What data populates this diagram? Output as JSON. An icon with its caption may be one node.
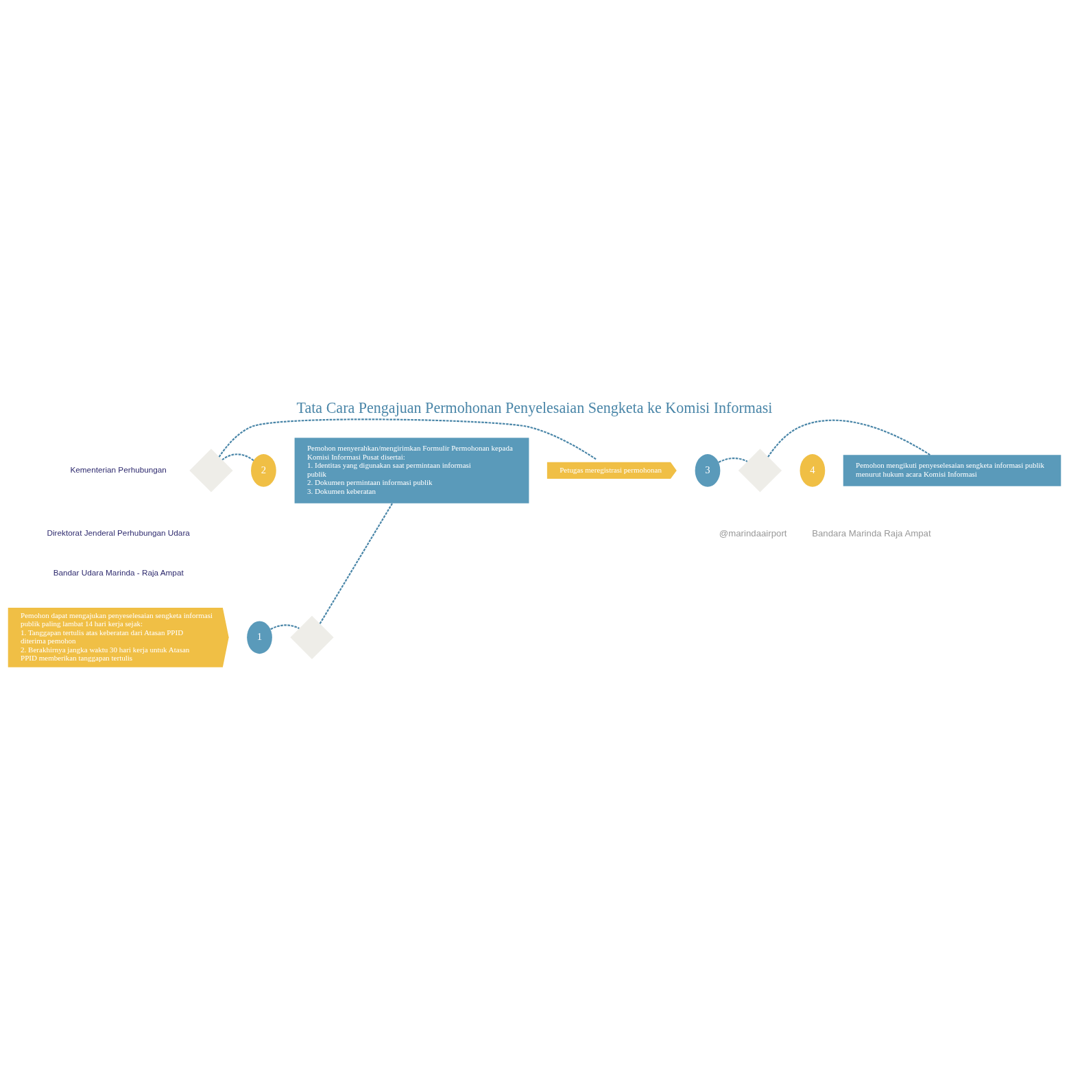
{
  "diagram": {
    "title": "Tata Cara Pengajuan Permohonan Penyelesaian Sengketa ke Komisi Informasi",
    "nodes": [
      {
        "text": [
          "Pemohon dapat mengajukan penyeselesaian sengketa informasi publik paling lambat 14 hari kerja sejak:",
          "1. Tanggapan tertulis atas keberatan dari Atasan PPID diterima pemohon",
          "2. Berakhirnya jangka waktu 30 hari kerja untuk Atasan PPID memberikan tanggapan tertulis"
        ]
      },
      {
        "text": [
          "1"
        ]
      },
      {
        "text": [],
        "shape": "diamond"
      },
      {
        "text": [
          "Pemohon menyerahkan/mengirimkan Formulir Permohonan kepada Komisi Informasi Pusat disertai:",
          "1. Identitas yang digunakan saat permintaan informasi publik",
          "2. Dokumen permintaan informasi publik",
          "3. Dokumen keberatan"
        ]
      },
      {
        "text": [
          "2"
        ]
      },
      {
        "text": [],
        "shape": "diamond"
      },
      {
        "text": [
          "Petugas meregistrasi permohonan"
        ]
      },
      {
        "text": [
          "3"
        ]
      },
      {
        "text": [],
        "shape": "diamond"
      },
      {
        "text": [
          "Pemohon mengikuti penyeselesaian sengketa informasi publik menurut hukum acara Komisi Informasi"
        ]
      },
      {
        "text": [
          "4"
        ]
      }
    ],
    "edges": [
      {
        "from": 1,
        "to": 2,
        "arrow": "none",
        "style": "dashed"
      },
      {
        "from": 2,
        "to": 3,
        "arrow": "none",
        "style": "dashed"
      },
      {
        "from": 4,
        "to": 5,
        "arrow": "none",
        "style": "dashed"
      },
      {
        "from": 5,
        "to": 6,
        "arrow": "none",
        "style": "dashed"
      },
      {
        "from": 7,
        "to": 8,
        "arrow": "none",
        "style": "dashed"
      },
      {
        "from": 8,
        "to": 9,
        "arrow": "none",
        "style": "dashed"
      }
    ],
    "labels": [
      "Kementerian Perhubungan",
      "Direktorat Jenderal Perhubungan Udara",
      "Bandar Udara Marinda - Raja Ampat",
      "@marindaairport",
      "Bandara Marinda Raja Ampat"
    ]
  }
}
